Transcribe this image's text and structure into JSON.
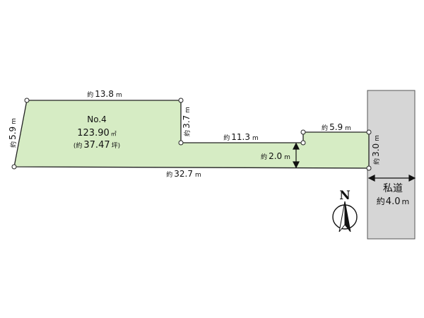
{
  "lot": {
    "number": "No.4",
    "area_sqm": "123.90",
    "area_sqm_unit": "㎡",
    "area_tsubo_open": "(約",
    "area_tsubo": "37.47",
    "area_tsubo_unit": "坪)"
  },
  "approx_prefix": "約",
  "meter_unit": "m",
  "dimensions": {
    "top_left": "13.8",
    "left": "5.9",
    "step_vertical": "3.7",
    "middle": "11.3",
    "step_small": "2.0",
    "top_right": "5.9",
    "right": "3.0",
    "bottom": "32.7"
  },
  "road": {
    "label": "私道",
    "width_prefix": "約",
    "width": "4.0",
    "width_unit": "m"
  },
  "compass": {
    "label": "N"
  },
  "colors": {
    "lot_fill": "#d6ecc4",
    "road_fill": "#d6d6d6",
    "outline": "#222222"
  }
}
